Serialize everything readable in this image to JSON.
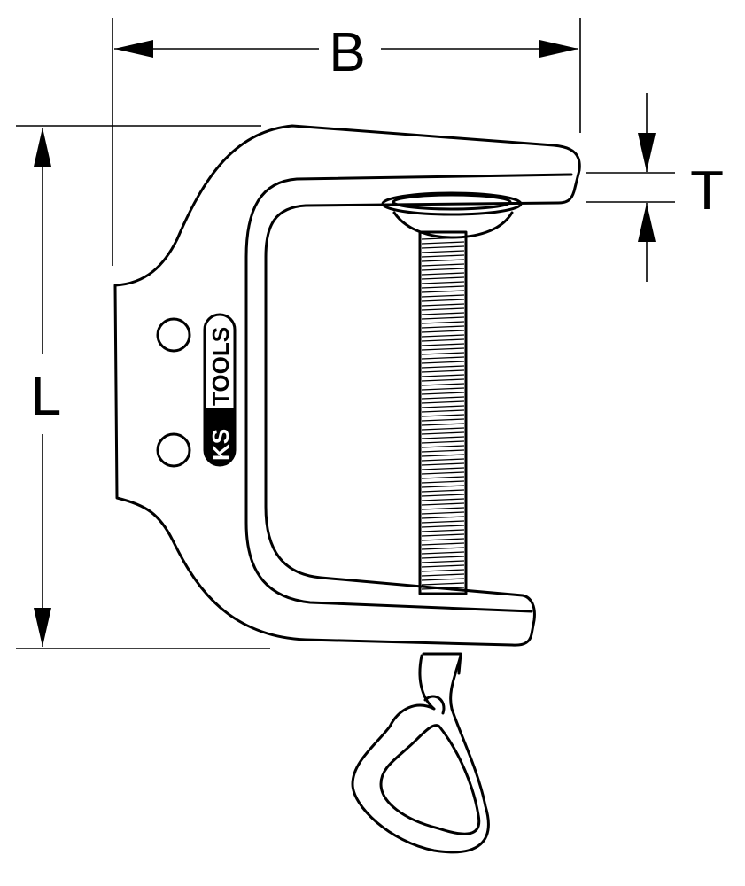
{
  "dimensions": {
    "width_label": "B",
    "length_label": "L",
    "thickness_label": "T"
  },
  "logo": {
    "text": "KSTOOLS",
    "brand": "KS TOOLS"
  },
  "colors": {
    "line": "#000000",
    "background": "#ffffff"
  }
}
